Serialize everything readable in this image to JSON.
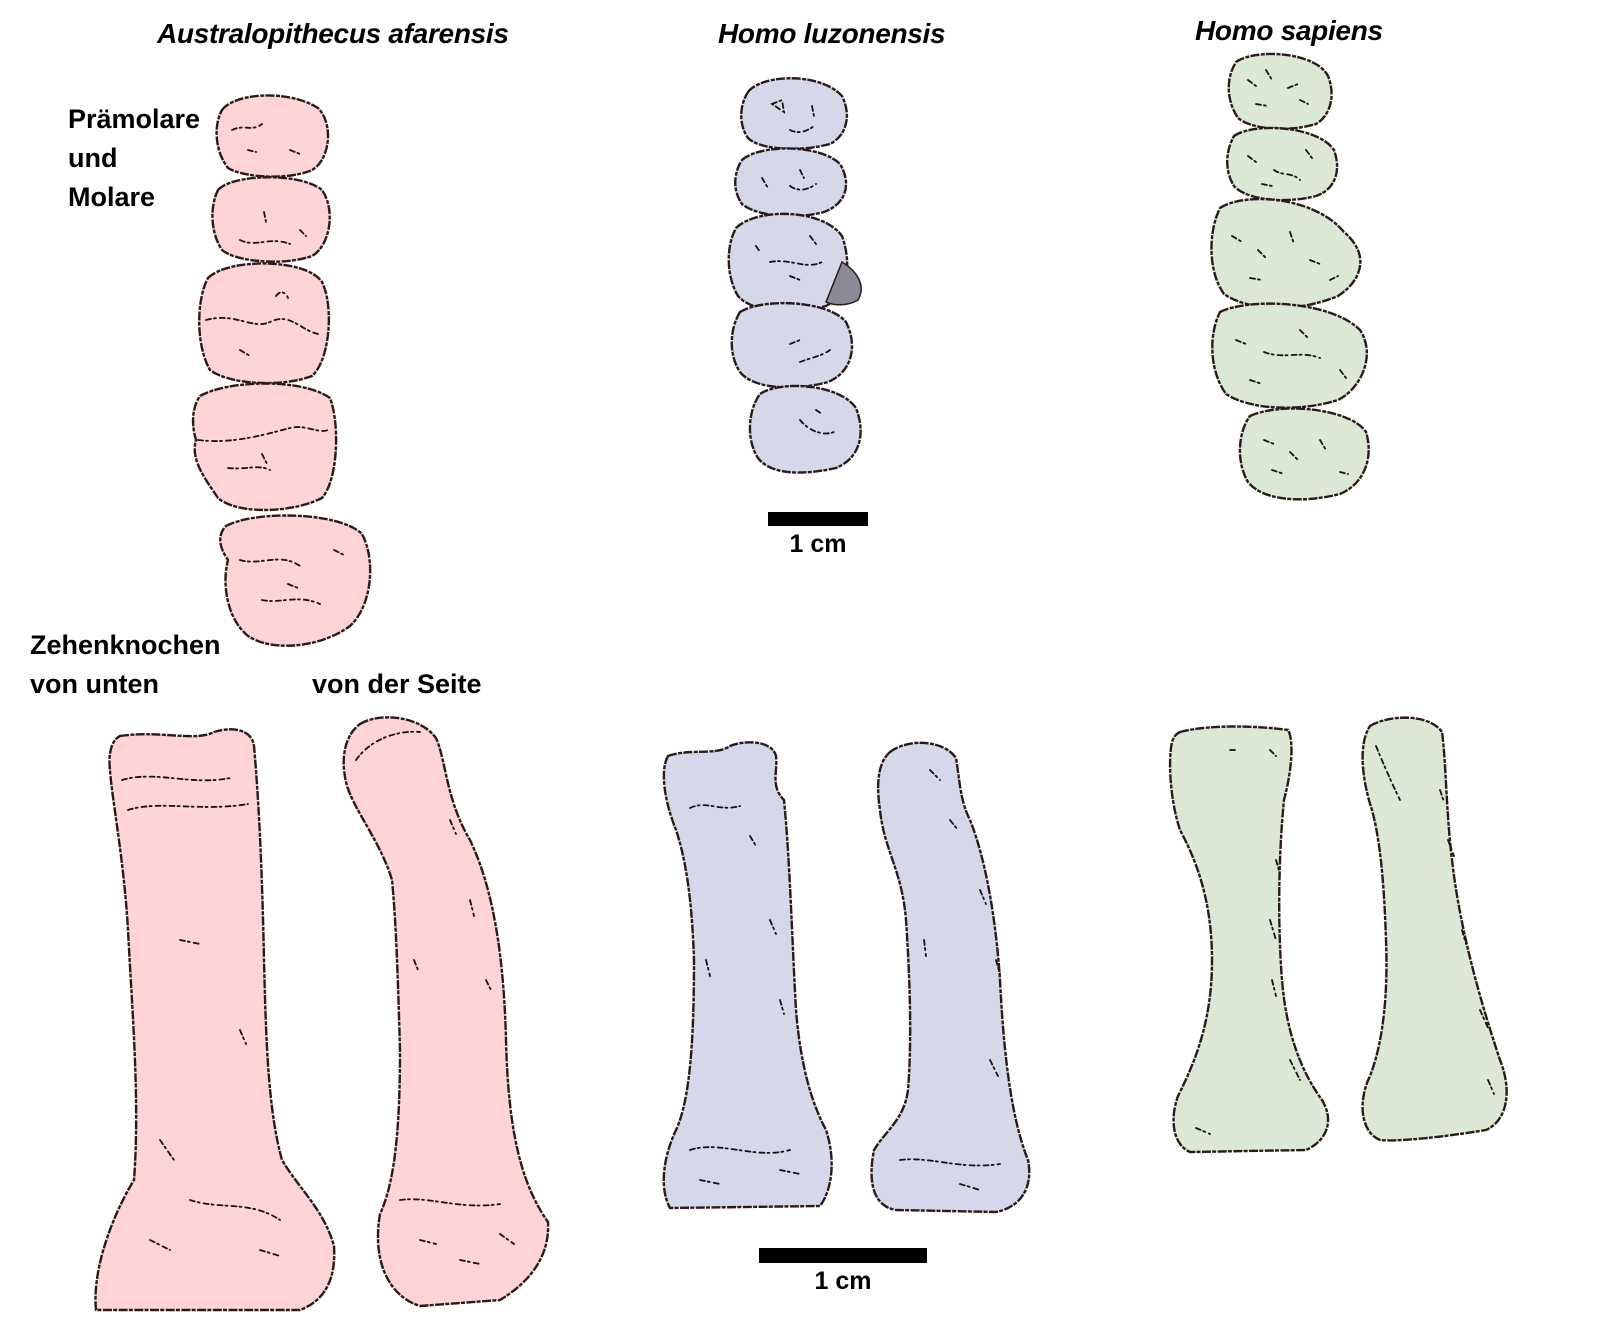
{
  "species": [
    {
      "name": "Australopithecus afarensis",
      "color": "#ffd4d4"
    },
    {
      "name": "Homo luzonensis",
      "color": "#d4d8e8"
    },
    {
      "name": "Homo sapiens",
      "color": "#dbe8d4"
    }
  ],
  "labels": {
    "teeth": [
      "Prämolare",
      "und",
      "Molare"
    ],
    "toe_bone": [
      "Zehenknochen",
      "von unten"
    ],
    "side_view": "von der Seite"
  },
  "scale_bars": [
    {
      "label": "1 cm",
      "context": "teeth"
    },
    {
      "label": "1 cm",
      "context": "toe bones"
    }
  ],
  "colors": {
    "afarensis_fill": "#ffd4d4",
    "luzonensis_fill": "#d4d8e8",
    "sapiens_fill": "#dbe8d4",
    "outline": "#2a1a1a"
  },
  "teeth_counts": {
    "afarensis": 5,
    "luzonensis": 5,
    "sapiens": 5
  },
  "toe_bone_views": [
    "from below",
    "from the side"
  ]
}
